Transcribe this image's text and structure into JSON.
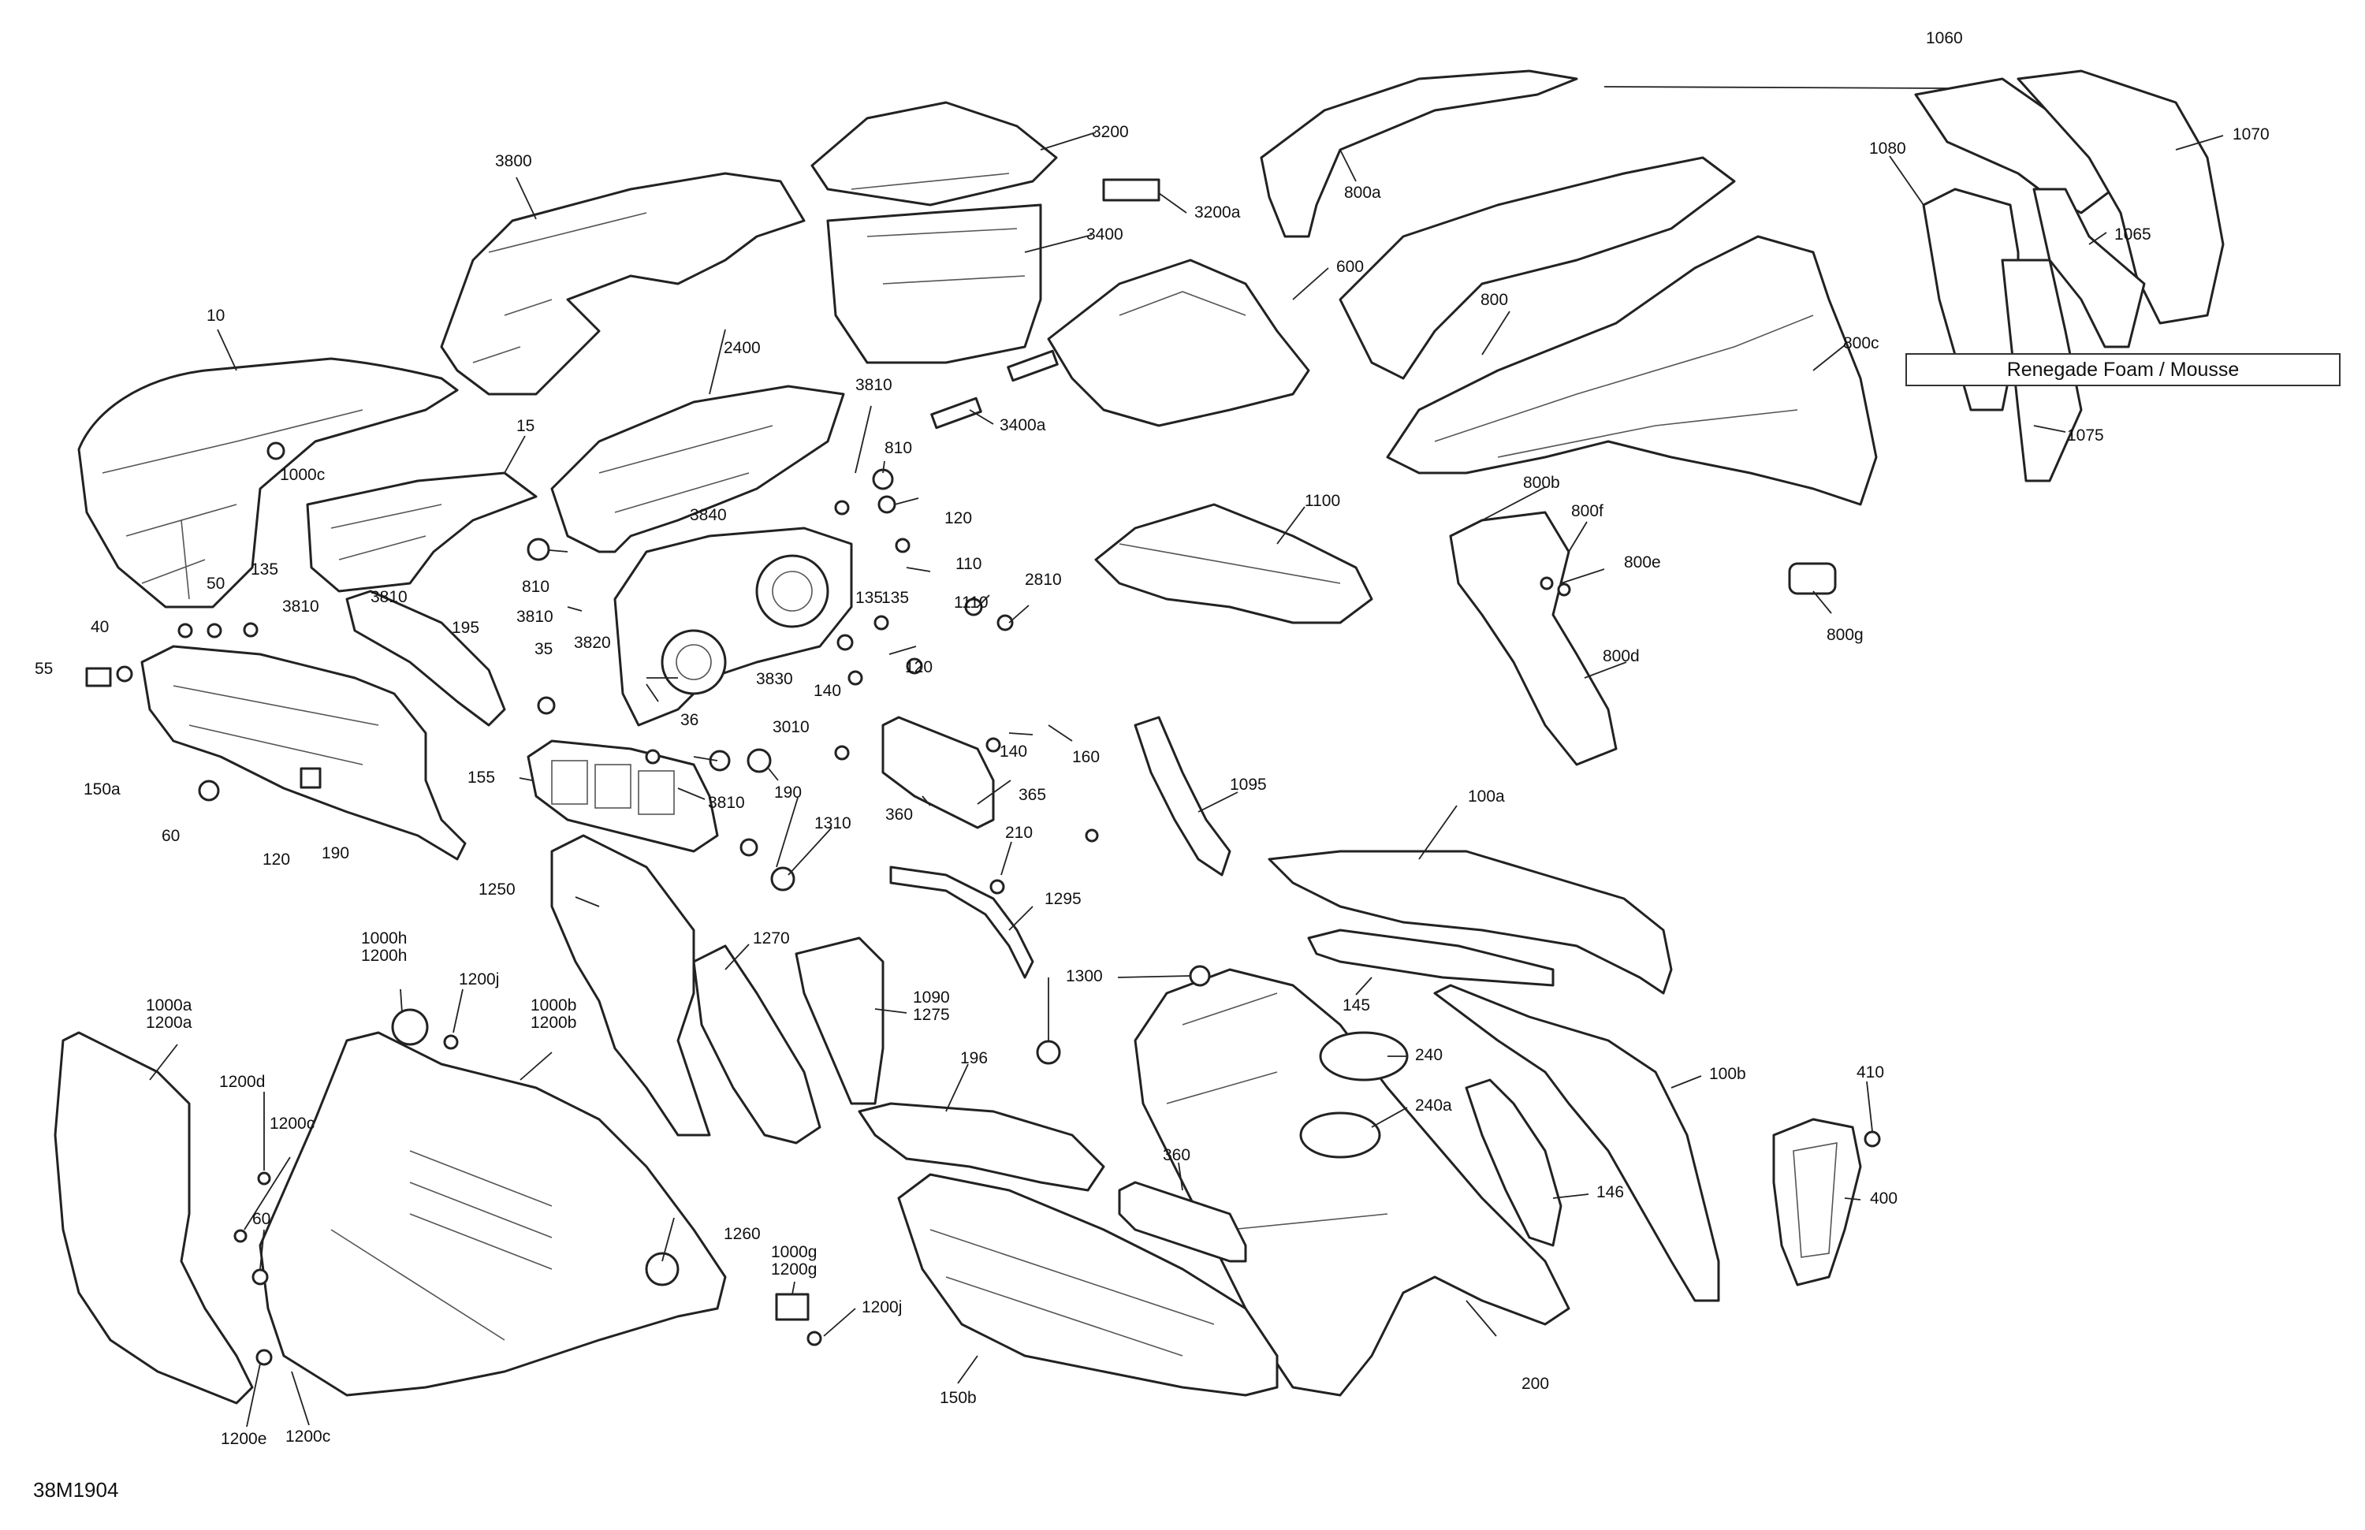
{
  "diagram_code": "38M1904",
  "note_box": "Renegade Foam / Mousse",
  "callouts": [
    {
      "id": "c10",
      "text": "10"
    },
    {
      "id": "c15",
      "text": "15"
    },
    {
      "id": "c1000c",
      "text": "1000c"
    },
    {
      "id": "c3800",
      "text": "3800"
    },
    {
      "id": "c3200",
      "text": "3200"
    },
    {
      "id": "c3200a",
      "text": "3200a"
    },
    {
      "id": "c3400",
      "text": "3400"
    },
    {
      "id": "c3400a",
      "text": "3400a"
    },
    {
      "id": "c2400",
      "text": "2400"
    },
    {
      "id": "c3810a",
      "text": "3810"
    },
    {
      "id": "c810a",
      "text": "810"
    },
    {
      "id": "c120a",
      "text": "120"
    },
    {
      "id": "c3840",
      "text": "3840"
    },
    {
      "id": "c810b",
      "text": "810"
    },
    {
      "id": "c3810b",
      "text": "3810"
    },
    {
      "id": "c3820",
      "text": "3820"
    },
    {
      "id": "c110",
      "text": "110"
    },
    {
      "id": "c135a",
      "text": "135"
    },
    {
      "id": "c2810",
      "text": "2810"
    },
    {
      "id": "c1110",
      "text": "1110"
    },
    {
      "id": "c135b",
      "text": "135"
    },
    {
      "id": "c140a",
      "text": "140"
    },
    {
      "id": "c120b",
      "text": "120"
    },
    {
      "id": "c3830",
      "text": "3830"
    },
    {
      "id": "c36",
      "text": "36"
    },
    {
      "id": "c3010",
      "text": "3010"
    },
    {
      "id": "c190a",
      "text": "190"
    },
    {
      "id": "c3810c",
      "text": "3810"
    },
    {
      "id": "c155",
      "text": "155"
    },
    {
      "id": "c1310a",
      "text": "1310"
    },
    {
      "id": "c140b",
      "text": "140"
    },
    {
      "id": "c160",
      "text": "160"
    },
    {
      "id": "c365",
      "text": "365"
    },
    {
      "id": "c360a",
      "text": "360"
    },
    {
      "id": "c210",
      "text": "210"
    },
    {
      "id": "c600",
      "text": "600"
    },
    {
      "id": "c800a",
      "text": "800a"
    },
    {
      "id": "c800",
      "text": "800"
    },
    {
      "id": "c800c",
      "text": "800c"
    },
    {
      "id": "c800b",
      "text": "800b"
    },
    {
      "id": "c800f",
      "text": "800f"
    },
    {
      "id": "c800e",
      "text": "800e"
    },
    {
      "id": "c800d",
      "text": "800d"
    },
    {
      "id": "c800g",
      "text": "800g"
    },
    {
      "id": "c1100",
      "text": "1100"
    },
    {
      "id": "c1060",
      "text": "1060"
    },
    {
      "id": "c1070",
      "text": "1070"
    },
    {
      "id": "c1080",
      "text": "1080"
    },
    {
      "id": "c1065",
      "text": "1065"
    },
    {
      "id": "c1075",
      "text": "1075"
    },
    {
      "id": "c50",
      "text": "50"
    },
    {
      "id": "c135c",
      "text": "135"
    },
    {
      "id": "c3810d",
      "text": "3810"
    },
    {
      "id": "c40",
      "text": "40"
    },
    {
      "id": "c55",
      "text": "55"
    },
    {
      "id": "c195",
      "text": "195"
    },
    {
      "id": "c35",
      "text": "35"
    },
    {
      "id": "c3810e",
      "text": "3810"
    },
    {
      "id": "c150a",
      "text": "150a"
    },
    {
      "id": "c60a",
      "text": "60"
    },
    {
      "id": "c120c",
      "text": "120"
    },
    {
      "id": "c190b",
      "text": "190"
    },
    {
      "id": "c1095",
      "text": "1095"
    },
    {
      "id": "c100a",
      "text": "100a"
    },
    {
      "id": "c1250",
      "text": "1250"
    },
    {
      "id": "c1270",
      "text": "1270"
    },
    {
      "id": "c1090",
      "text": "1090\n1275"
    },
    {
      "id": "c1295",
      "text": "1295"
    },
    {
      "id": "c1300",
      "text": "1300"
    },
    {
      "id": "c145",
      "text": "145"
    },
    {
      "id": "c240",
      "text": "240"
    },
    {
      "id": "c240a",
      "text": "240a"
    },
    {
      "id": "c100b",
      "text": "100b"
    },
    {
      "id": "c146",
      "text": "146"
    },
    {
      "id": "c410",
      "text": "410"
    },
    {
      "id": "c400",
      "text": "400"
    },
    {
      "id": "c1000h",
      "text": "1000h\n1200h"
    },
    {
      "id": "c1200j",
      "text": "1200j"
    },
    {
      "id": "c1000a",
      "text": "1000a\n1200a"
    },
    {
      "id": "c1000b",
      "text": "1000b\n1200b"
    },
    {
      "id": "c1200d",
      "text": "1200d"
    },
    {
      "id": "c1200c",
      "text": "1200c"
    },
    {
      "id": "c60b",
      "text": "60"
    },
    {
      "id": "c1260",
      "text": "1260"
    },
    {
      "id": "c196",
      "text": "196"
    },
    {
      "id": "c360b",
      "text": "360"
    },
    {
      "id": "c1000g",
      "text": "1000g\n1200g"
    },
    {
      "id": "c1200jb",
      "text": "1200j"
    },
    {
      "id": "c150b",
      "text": "150b"
    },
    {
      "id": "c200",
      "text": "200"
    },
    {
      "id": "c1200e",
      "text": "1200e"
    },
    {
      "id": "c1200cb",
      "text": "1200c"
    }
  ]
}
